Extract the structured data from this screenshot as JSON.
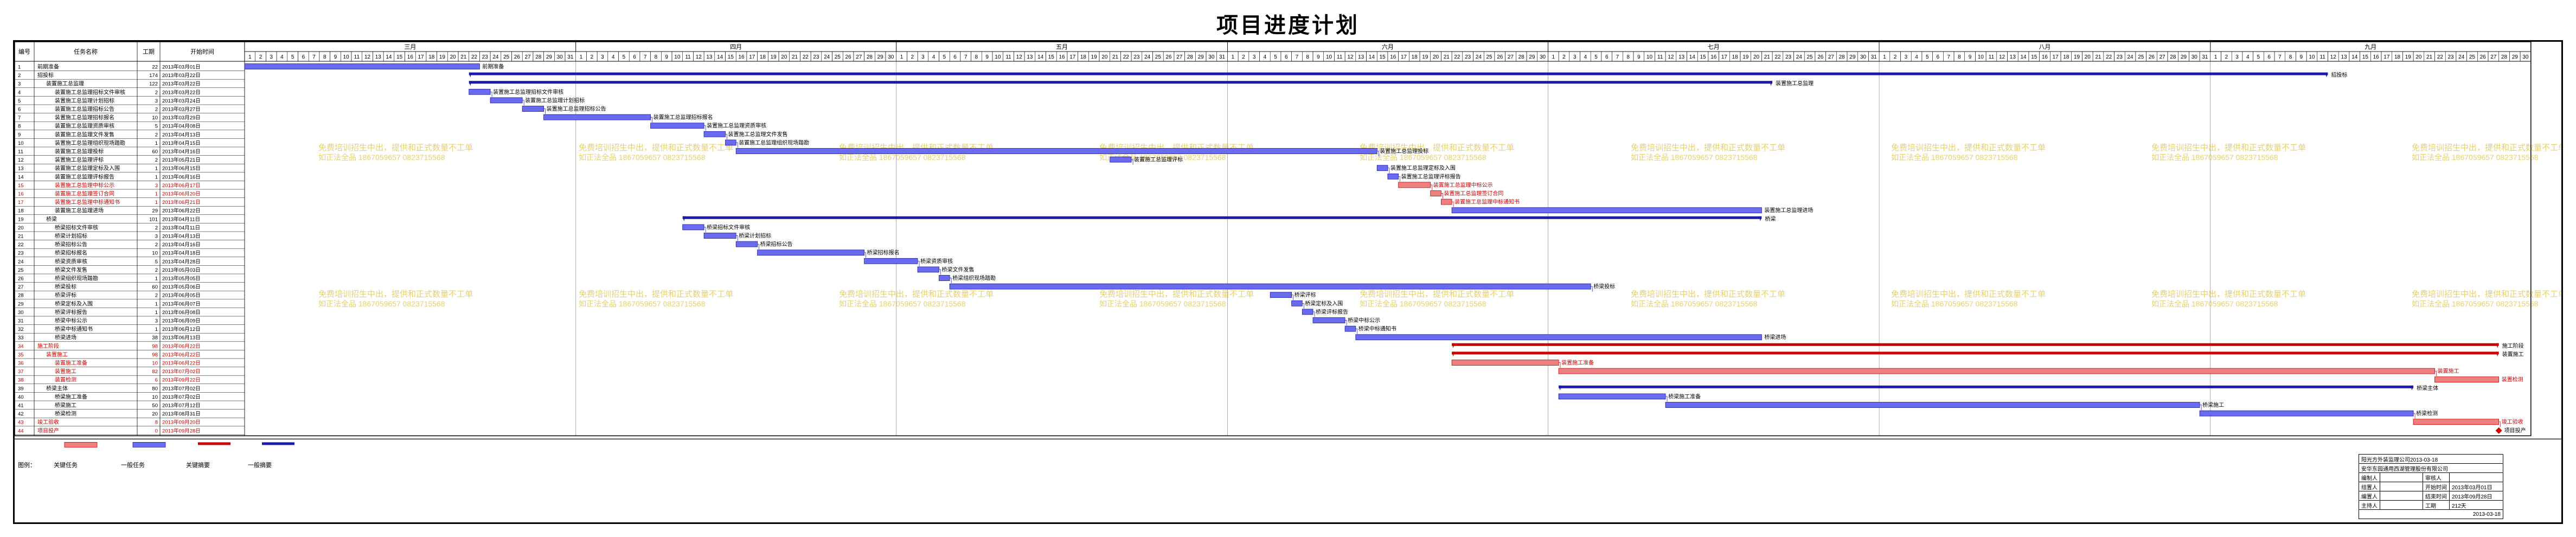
{
  "title": "项目进度计划",
  "headers": {
    "no": "编号",
    "name": "任务名称",
    "dur": "工期",
    "start": "开始时间"
  },
  "months": [
    "三月",
    "四月",
    "五月",
    "六月",
    "七月",
    "八月",
    "九月"
  ],
  "month_days": [
    31,
    30,
    31,
    30,
    31,
    31,
    30
  ],
  "watermark": "免费培训招生中出，提供和正式数量不工单",
  "watermark_sub": "如正法全品 1867059657 0823715568",
  "tasks": [
    {
      "no": "1",
      "name": "前期准备",
      "dur": "22",
      "start": "2013年03月01日",
      "lvl": 0,
      "kind": "plain",
      "d": 0,
      "len": 22,
      "label": "前期准备",
      "red": false
    },
    {
      "no": "2",
      "name": "招投标",
      "dur": "174",
      "start": "2013年03月22日",
      "lvl": 0,
      "kind": "summary",
      "d": 21,
      "len": 174,
      "label": "招投标",
      "red": false
    },
    {
      "no": "3",
      "name": "装置施工总监理",
      "dur": "122",
      "start": "2013年03月22日",
      "lvl": 1,
      "kind": "summary",
      "d": 21,
      "len": 122,
      "label": "装置施工总监理",
      "red": false
    },
    {
      "no": "4",
      "name": "装置施工总监理招标文件审核",
      "dur": "2",
      "start": "2013年03月22日",
      "lvl": 2,
      "kind": "plain",
      "d": 21,
      "len": 2,
      "label": "装置施工总监理招标文件审核",
      "red": false
    },
    {
      "no": "5",
      "name": "装置施工总监理计划招标",
      "dur": "3",
      "start": "2013年03月24日",
      "lvl": 2,
      "kind": "plain",
      "d": 23,
      "len": 3,
      "label": "装置施工总监理计划招标",
      "red": false
    },
    {
      "no": "6",
      "name": "装置施工总监理招标公告",
      "dur": "2",
      "start": "2013年03月27日",
      "lvl": 2,
      "kind": "plain",
      "d": 26,
      "len": 2,
      "label": "装置施工总监理招标公告",
      "red": false
    },
    {
      "no": "7",
      "name": "装置施工总监理招标报名",
      "dur": "10",
      "start": "2013年03月29日",
      "lvl": 2,
      "kind": "plain",
      "d": 28,
      "len": 10,
      "label": "装置施工总监理招标报名",
      "red": false
    },
    {
      "no": "8",
      "name": "装置施工总监理资质审核",
      "dur": "5",
      "start": "2013年04月08日",
      "lvl": 2,
      "kind": "plain",
      "d": 38,
      "len": 5,
      "label": "装置施工总监理资质审核",
      "red": false
    },
    {
      "no": "9",
      "name": "装置施工总监理文件发售",
      "dur": "2",
      "start": "2013年04月13日",
      "lvl": 2,
      "kind": "plain",
      "d": 43,
      "len": 2,
      "label": "装置施工总监理文件发售",
      "red": false
    },
    {
      "no": "10",
      "name": "装置施工总监理组织现场踏勘",
      "dur": "1",
      "start": "2013年04月15日",
      "lvl": 2,
      "kind": "plain",
      "d": 45,
      "len": 1,
      "label": "装置施工总监理组织现场踏勘",
      "red": false
    },
    {
      "no": "11",
      "name": "装置施工总监理投标",
      "dur": "60",
      "start": "2013年04月16日",
      "lvl": 2,
      "kind": "plain",
      "d": 46,
      "len": 60,
      "label": "装置施工总监理投标",
      "red": false
    },
    {
      "no": "12",
      "name": "装置施工总监理评标",
      "dur": "2",
      "start": "2013年05月21日",
      "lvl": 2,
      "kind": "plain",
      "d": 81,
      "len": 2,
      "label": "装置施工总监理评标",
      "red": false
    },
    {
      "no": "13",
      "name": "装置施工总监理定标及入围",
      "dur": "1",
      "start": "2013年06月15日",
      "lvl": 2,
      "kind": "plain",
      "d": 106,
      "len": 1,
      "label": "装置施工总监理定标及入围",
      "red": false
    },
    {
      "no": "14",
      "name": "装置施工总监理评标报告",
      "dur": "1",
      "start": "2013年06月16日",
      "lvl": 2,
      "kind": "plain",
      "d": 107,
      "len": 1,
      "label": "装置施工总监理评标报告",
      "red": false
    },
    {
      "no": "15",
      "name": "装置施工总监理中标公示",
      "dur": "3",
      "start": "2013年06月17日",
      "lvl": 2,
      "kind": "plain",
      "d": 108,
      "len": 3,
      "label": "装置施工总监理中标公示",
      "red": true
    },
    {
      "no": "16",
      "name": "装置施工总监理签订合同",
      "dur": "1",
      "start": "2013年06月20日",
      "lvl": 2,
      "kind": "plain",
      "d": 111,
      "len": 1,
      "label": "装置施工总监理签订合同",
      "red": true
    },
    {
      "no": "17",
      "name": "装置施工总监理中标通知书",
      "dur": "1",
      "start": "2013年06月21日",
      "lvl": 2,
      "kind": "plain",
      "d": 112,
      "len": 1,
      "label": "装置施工总监理中标通知书",
      "red": true
    },
    {
      "no": "18",
      "name": "装置施工总监理进场",
      "dur": "29",
      "start": "2013年06月22日",
      "lvl": 2,
      "kind": "plain",
      "d": 113,
      "len": 29,
      "label": "装置施工总监理进场",
      "red": false
    },
    {
      "no": "19",
      "name": "桥梁",
      "dur": "101",
      "start": "2013年04月11日",
      "lvl": 1,
      "kind": "summary",
      "d": 41,
      "len": 101,
      "label": "桥梁",
      "red": false
    },
    {
      "no": "20",
      "name": "桥梁招标文件审核",
      "dur": "2",
      "start": "2013年04月11日",
      "lvl": 2,
      "kind": "plain",
      "d": 41,
      "len": 2,
      "label": "桥梁招标文件审核",
      "red": false
    },
    {
      "no": "21",
      "name": "桥梁计划招标",
      "dur": "3",
      "start": "2013年04月13日",
      "lvl": 2,
      "kind": "plain",
      "d": 43,
      "len": 3,
      "label": "桥梁计划招标",
      "red": false
    },
    {
      "no": "22",
      "name": "桥梁招标公告",
      "dur": "2",
      "start": "2013年04月16日",
      "lvl": 2,
      "kind": "plain",
      "d": 46,
      "len": 2,
      "label": "桥梁招标公告",
      "red": false
    },
    {
      "no": "23",
      "name": "桥梁招标报名",
      "dur": "10",
      "start": "2013年04月18日",
      "lvl": 2,
      "kind": "plain",
      "d": 48,
      "len": 10,
      "label": "桥梁招标报名",
      "red": false
    },
    {
      "no": "24",
      "name": "桥梁资质审核",
      "dur": "5",
      "start": "2013年04月28日",
      "lvl": 2,
      "kind": "plain",
      "d": 58,
      "len": 5,
      "label": "桥梁资质审核",
      "red": false
    },
    {
      "no": "25",
      "name": "桥梁文件发售",
      "dur": "2",
      "start": "2013年05月03日",
      "lvl": 2,
      "kind": "plain",
      "d": 63,
      "len": 2,
      "label": "桥梁文件发售",
      "red": false
    },
    {
      "no": "26",
      "name": "桥梁组织现场踏勘",
      "dur": "1",
      "start": "2013年05月05日",
      "lvl": 2,
      "kind": "plain",
      "d": 65,
      "len": 1,
      "label": "桥梁组织现场踏勘",
      "red": false
    },
    {
      "no": "27",
      "name": "桥梁投标",
      "dur": "60",
      "start": "2013年05月06日",
      "lvl": 2,
      "kind": "plain",
      "d": 66,
      "len": 60,
      "label": "桥梁投标",
      "red": false
    },
    {
      "no": "28",
      "name": "桥梁评标",
      "dur": "2",
      "start": "2013年06月05日",
      "lvl": 2,
      "kind": "plain",
      "d": 96,
      "len": 2,
      "label": "桥梁评标",
      "red": false
    },
    {
      "no": "29",
      "name": "桥梁定标及入围",
      "dur": "1",
      "start": "2013年06月07日",
      "lvl": 2,
      "kind": "plain",
      "d": 98,
      "len": 1,
      "label": "桥梁定标及入围",
      "red": false
    },
    {
      "no": "30",
      "name": "桥梁评标报告",
      "dur": "1",
      "start": "2013年06月08日",
      "lvl": 2,
      "kind": "plain",
      "d": 99,
      "len": 1,
      "label": "桥梁评标报告",
      "red": false
    },
    {
      "no": "31",
      "name": "桥梁中标公示",
      "dur": "3",
      "start": "2013年06月09日",
      "lvl": 2,
      "kind": "plain",
      "d": 100,
      "len": 3,
      "label": "桥梁中标公示",
      "red": false
    },
    {
      "no": "32",
      "name": "桥梁中标通知书",
      "dur": "1",
      "start": "2013年06月12日",
      "lvl": 2,
      "kind": "plain",
      "d": 103,
      "len": 1,
      "label": "桥梁中标通知书",
      "red": false
    },
    {
      "no": "33",
      "name": "桥梁进场",
      "dur": "38",
      "start": "2013年06月13日",
      "lvl": 2,
      "kind": "plain",
      "d": 104,
      "len": 38,
      "label": "桥梁进场",
      "red": false
    },
    {
      "no": "34",
      "name": "施工阶段",
      "dur": "98",
      "start": "2013年06月22日",
      "lvl": 0,
      "kind": "summary",
      "d": 113,
      "len": 98,
      "label": "施工阶段",
      "red": true
    },
    {
      "no": "35",
      "name": "装置施工",
      "dur": "98",
      "start": "2013年06月22日",
      "lvl": 1,
      "kind": "summary",
      "d": 113,
      "len": 98,
      "label": "装置施工",
      "red": true
    },
    {
      "no": "36",
      "name": "装置施工准备",
      "dur": "10",
      "start": "2013年06月22日",
      "lvl": 2,
      "kind": "plain",
      "d": 113,
      "len": 10,
      "label": "装置施工准备",
      "red": true
    },
    {
      "no": "37",
      "name": "装置施工",
      "dur": "82",
      "start": "2013年07月02日",
      "lvl": 2,
      "kind": "plain",
      "d": 123,
      "len": 82,
      "label": "装置施工",
      "red": true
    },
    {
      "no": "38",
      "name": "装置检测",
      "dur": "6",
      "start": "2013年09月22日",
      "lvl": 2,
      "kind": "plain",
      "d": 205,
      "len": 6,
      "label": "装置检测",
      "red": true
    },
    {
      "no": "39",
      "name": "桥梁主体",
      "dur": "80",
      "start": "2013年07月02日",
      "lvl": 1,
      "kind": "summary",
      "d": 123,
      "len": 80,
      "label": "桥梁主体",
      "red": false
    },
    {
      "no": "40",
      "name": "桥梁施工准备",
      "dur": "10",
      "start": "2013年07月02日",
      "lvl": 2,
      "kind": "plain",
      "d": 123,
      "len": 10,
      "label": "桥梁施工准备",
      "red": false
    },
    {
      "no": "41",
      "name": "桥梁施工",
      "dur": "50",
      "start": "2013年07月12日",
      "lvl": 2,
      "kind": "plain",
      "d": 133,
      "len": 50,
      "label": "桥梁施工",
      "red": false
    },
    {
      "no": "42",
      "name": "桥梁检测",
      "dur": "20",
      "start": "2013年08月31日",
      "lvl": 2,
      "kind": "plain",
      "d": 183,
      "len": 20,
      "label": "桥梁检测",
      "red": false
    },
    {
      "no": "43",
      "name": "竣工验收",
      "dur": "8",
      "start": "2013年09月20日",
      "lvl": 0,
      "kind": "plain",
      "d": 203,
      "len": 8,
      "label": "竣工验收",
      "red": true
    },
    {
      "no": "44",
      "name": "项目投产",
      "dur": "0",
      "start": "2013年09月28日",
      "lvl": 0,
      "kind": "milestone",
      "d": 211,
      "len": 0,
      "label": "项目投产",
      "red": true
    }
  ],
  "legend": {
    "title": "图例：",
    "crit": "关键任务",
    "normal": "一般任务",
    "prog": "关键摘要",
    "crit_sum": "关键摘要",
    "norm_sum": "一般摘要"
  },
  "info": {
    "org1": "阳光方外装监理公司2013-03-18",
    "org2": "安华东园通用西湖管理股份有限公司",
    "rows": [
      [
        "编制人",
        "",
        "审核人",
        ""
      ],
      [
        "组置人",
        "",
        "开始时间",
        "2013年03月01日"
      ],
      [
        "编置人",
        "",
        "结束时间",
        "2013年09月28日"
      ],
      [
        "主持人",
        "",
        "工期",
        "212天"
      ]
    ],
    "footer": "2013-03-18"
  },
  "colors": {
    "blue": "#1a1ab0",
    "blue_fill": "#6b6bf0",
    "red": "#cc0000",
    "red_fill": "#f08080",
    "watermark": "#e6d070"
  }
}
